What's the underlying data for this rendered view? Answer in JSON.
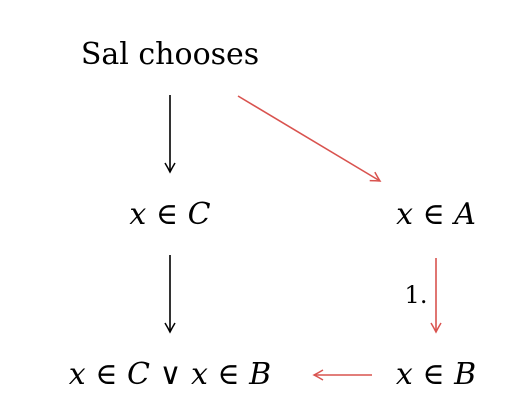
{
  "nodes": {
    "sal_chooses": "Sal chooses",
    "x_in_c": "x ∈ C",
    "x_in_a": "x ∈ A",
    "x_in_c_or_b": "x ∈ C ∨ x ∈ B",
    "x_in_b": "x ∈ B"
  },
  "edge_labels": {
    "a_to_b": "1."
  },
  "colors": {
    "black": "#000000",
    "red": "#d9534f"
  }
}
